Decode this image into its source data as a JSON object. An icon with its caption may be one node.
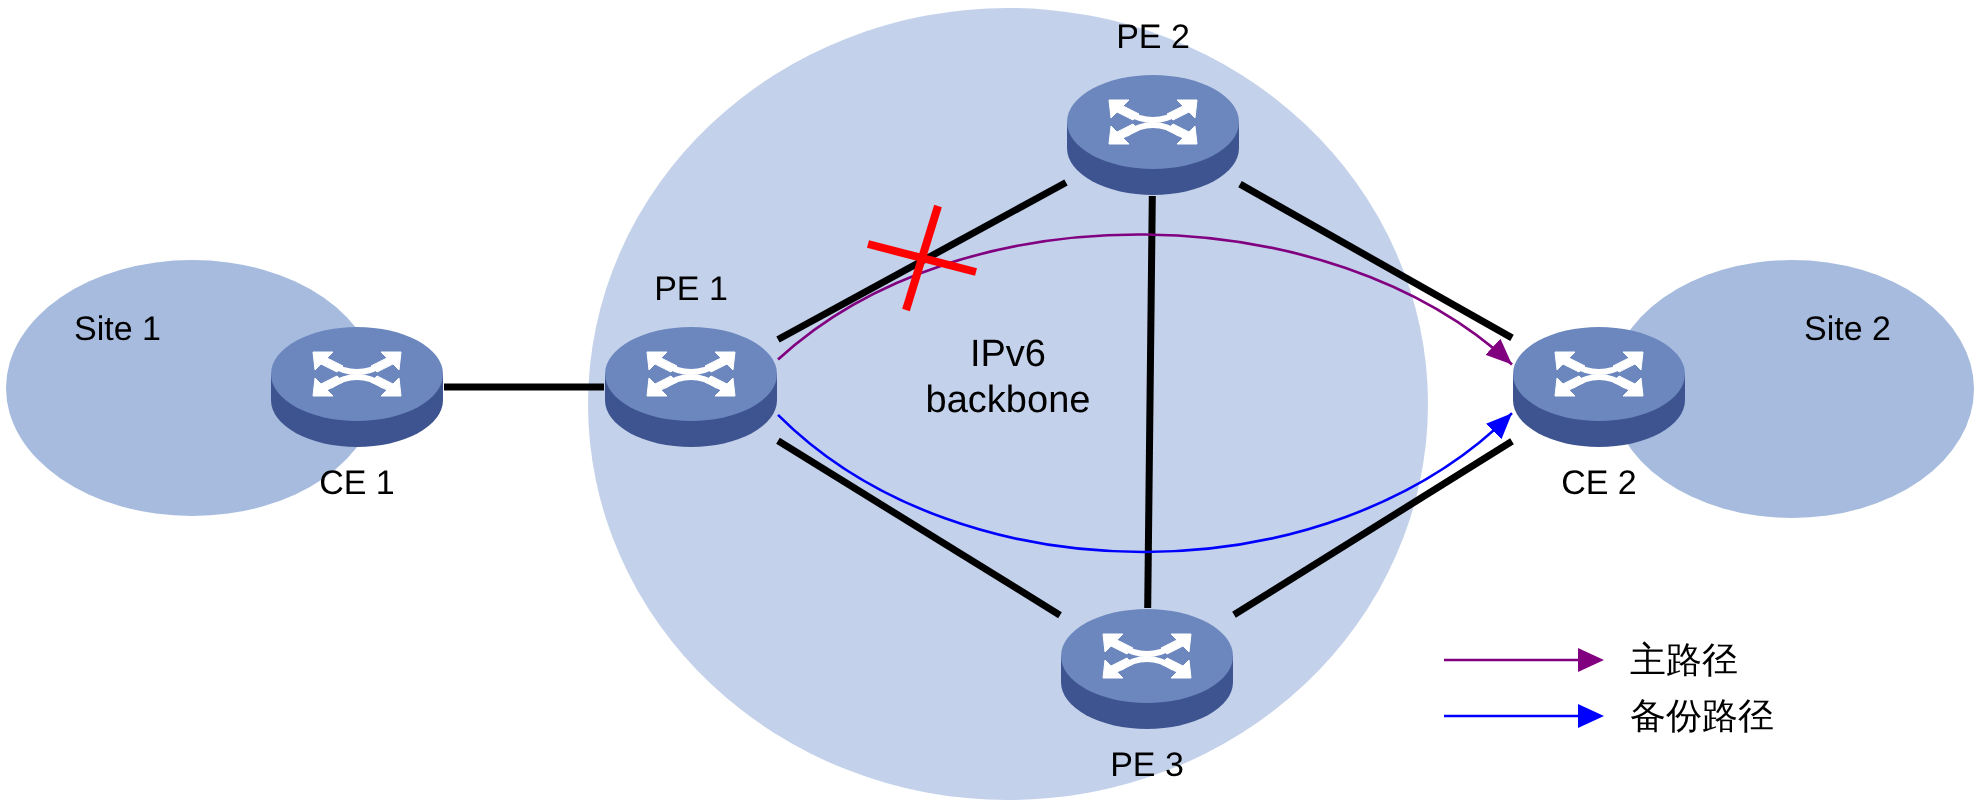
{
  "diagram": {
    "nodes": [
      {
        "text": [
          "Site 1"
        ]
      },
      {
        "text": [
          "CE 1"
        ]
      },
      {
        "text": [
          "IPv6 backbone"
        ]
      },
      {
        "text": [
          "PE 1"
        ],
        "in": 2
      },
      {
        "text": [
          "PE 2"
        ],
        "in": 2
      },
      {
        "text": [
          "PE 3"
        ],
        "in": 2
      },
      {
        "text": [
          "CE 2"
        ]
      },
      {
        "text": [
          "Site 2"
        ]
      }
    ],
    "edges": [
      {
        "from": 1,
        "to": 3,
        "arrow": "none"
      },
      {
        "from": 3,
        "to": 4,
        "arrow": "none"
      },
      {
        "from": 3,
        "to": 5,
        "arrow": "none"
      },
      {
        "from": 4,
        "to": 5,
        "arrow": "none"
      },
      {
        "from": 4,
        "to": 6,
        "arrow": "none"
      },
      {
        "from": 5,
        "to": 6,
        "arrow": "none"
      },
      {
        "from": 3,
        "to": 6,
        "arrow": "to",
        "color": "#800080"
      },
      {
        "from": 3,
        "to": 6,
        "arrow": "to",
        "color": "#0000ff"
      }
    ],
    "legend": [
      {
        "text": "主路径"
      },
      {
        "text": "备份路径"
      }
    ]
  }
}
